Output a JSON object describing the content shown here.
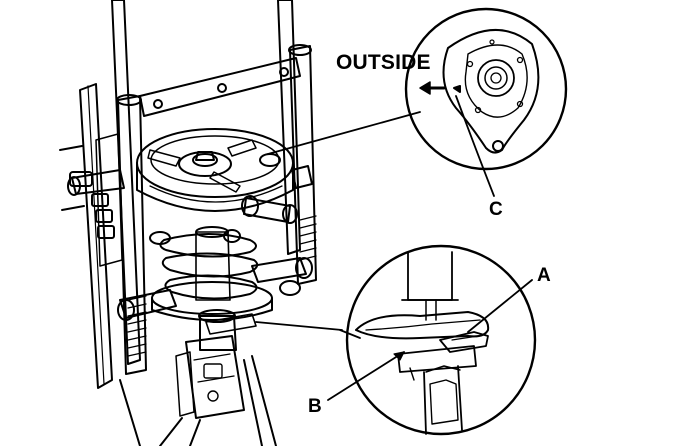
{
  "labels": {
    "outside": "OUTSIDE",
    "c": "C",
    "a": "A",
    "b": "B"
  },
  "colors": {
    "ink": "#000000",
    "paper": "#ffffff"
  }
}
